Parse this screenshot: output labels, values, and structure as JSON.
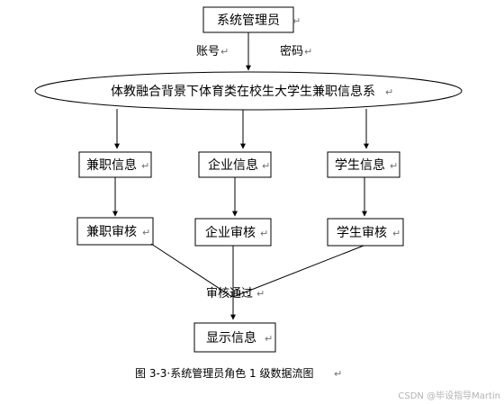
{
  "diagram": {
    "admin_label": "系统管理员",
    "account_label": "账号",
    "password_label": "密码",
    "system_label": "体教融合背景下体育类在校生大学生兼职信息系",
    "parttime_info_label": "兼职信息",
    "company_info_label": "企业信息",
    "student_info_label": "学生信息",
    "parttime_review_label": "兼职审核",
    "company_review_label": "企业审核",
    "student_review_label": "学生审核",
    "approved_label": "审核通过",
    "display_info_label": "显示信息",
    "caption": "图 3-3·系统管理员角色 1 级数据流图",
    "watermark": "CSDN @毕设指导Martin",
    "paragraph_mark": "↵"
  }
}
